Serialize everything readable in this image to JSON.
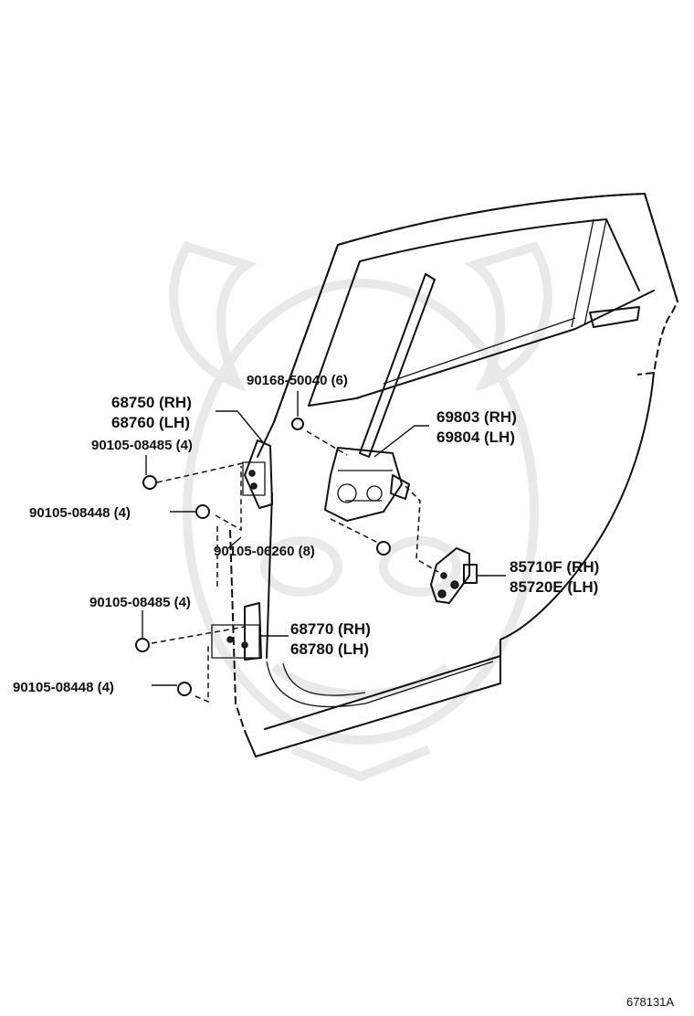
{
  "labels": {
    "screw_top": "90168-50040 (6)",
    "hinge_upper_rh": "68750 (RH)",
    "hinge_upper_lh": "68760 (LH)",
    "bolt_upper_1": "90105-08485 (4)",
    "bolt_upper_2": "90105-08448 (4)",
    "regulator_rh": "69803 (RH)",
    "regulator_lh": "69804 (LH)",
    "bolt_regulator": "90105-06260 (8)",
    "motor_rh": "85710F (RH)",
    "motor_lh": "85720E (LH)",
    "bolt_lower_1": "90105-08485 (4)",
    "hinge_lower_rh": "68770 (RH)",
    "hinge_lower_lh": "68780 (LH)",
    "bolt_lower_2": "90105-08448 (4)",
    "diagram_ref": "678131A"
  },
  "colors": {
    "line": "#111111",
    "watermark": "#e9e9e9",
    "background": "#ffffff"
  }
}
